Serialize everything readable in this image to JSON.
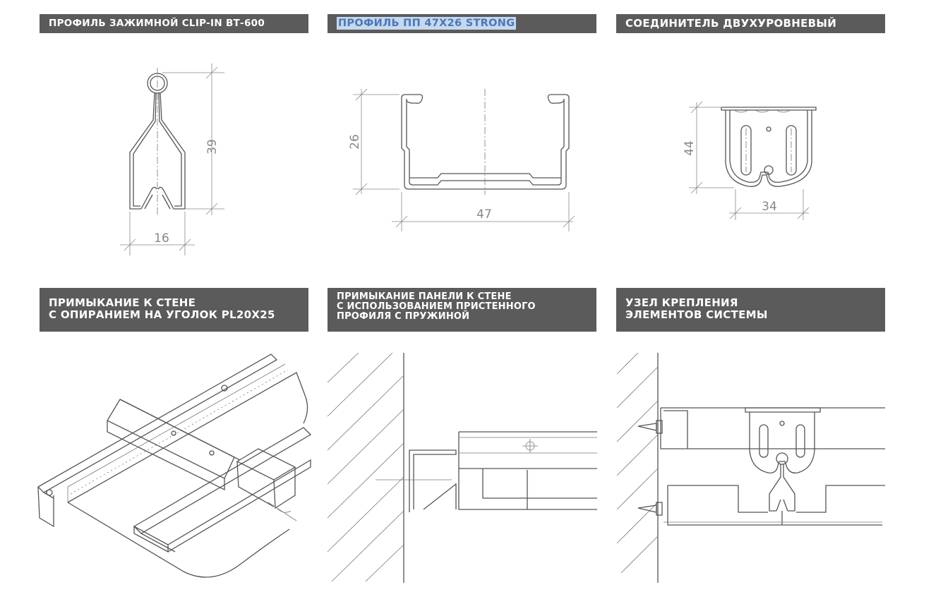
{
  "panels": {
    "clip_in": {
      "title": "ПРОФИЛЬ ЗАЖИМНОЙ CLIP-IN ВТ-600",
      "dim_height": "39",
      "dim_width": "16"
    },
    "pp_profile": {
      "title": "ПРОФИЛЬ ПП 47Х26 STRONG",
      "dim_height": "26",
      "dim_width": "47"
    },
    "connector": {
      "title": "СОЕДИНИТЕЛЬ ДВУХУРОВНЕВЫЙ",
      "dim_height": "44",
      "dim_width": "34"
    },
    "wall_angle": {
      "title_line1": "ПРИМЫКАНИЕ К СТЕНЕ",
      "title_line2": "С ОПИРАНИЕМ НА УГОЛОК PL20Х25"
    },
    "wall_spring": {
      "title_line1": "ПРИМЫКАНИЕ ПАНЕЛИ К СТЕНЕ",
      "title_line2": "С ИСПОЛЬЗОВАНИЕМ ПРИСТЕННОГО",
      "title_line3": "ПРОФИЛЯ С ПРУЖИНОЙ"
    },
    "assembly": {
      "title_line1": "УЗЕЛ КРЕПЛЕНИЯ",
      "title_line2": "ЭЛЕМЕНТОВ СИСТЕМЫ"
    }
  },
  "colors": {
    "header_bg": "#5b5b5b",
    "header_text": "#ffffff",
    "selection_bg": "#c6d8ee",
    "selection_text": "#4a78b8",
    "line": "#555555",
    "dimension": "#888888"
  }
}
